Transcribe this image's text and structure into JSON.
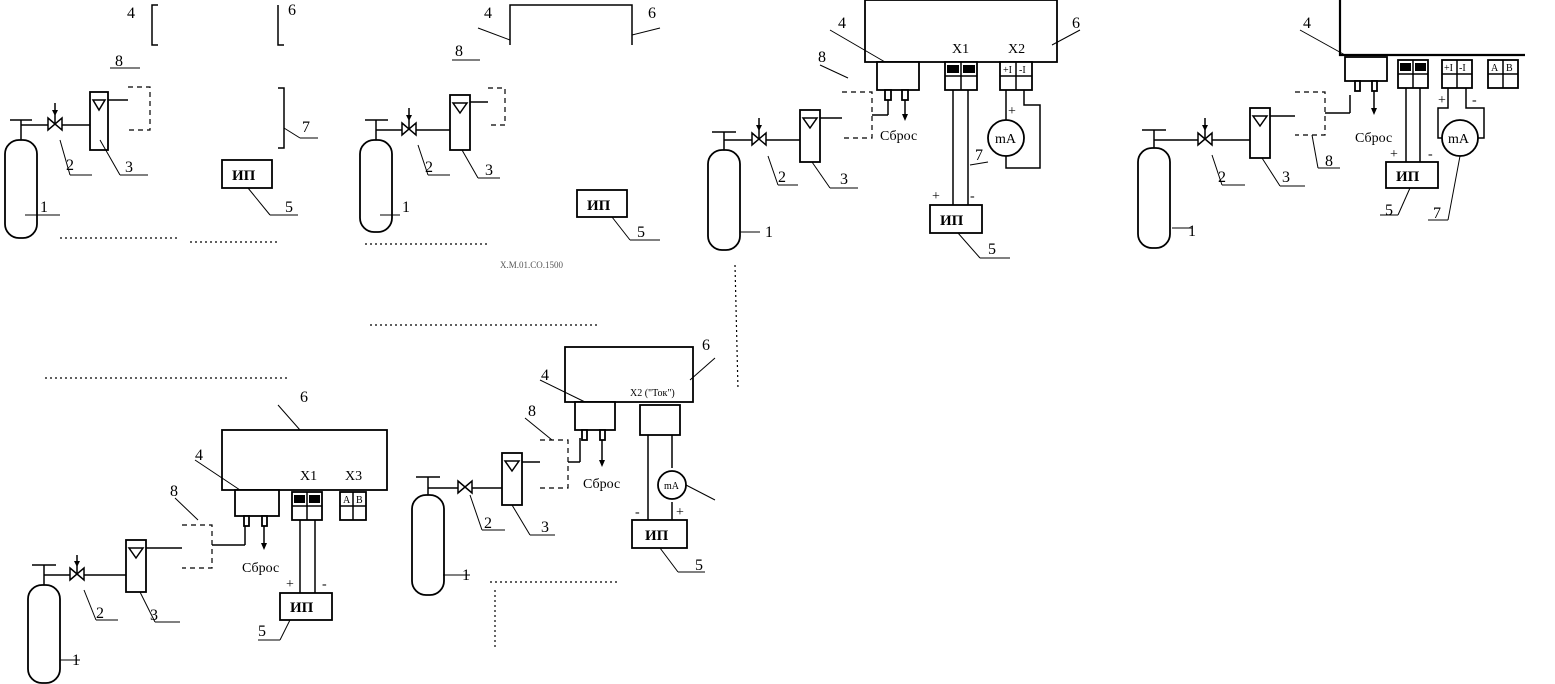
{
  "labels": {
    "n1": "1",
    "n2": "2",
    "n3": "3",
    "n4": "4",
    "n5": "5",
    "n6": "6",
    "n7": "7",
    "n8": "8",
    "ip": "ИП",
    "sbros": "Сброс",
    "x1": "X1",
    "x2": "X2",
    "x3": "X3",
    "ma": "mA",
    "plus": "+",
    "minus": "-",
    "t1": "1",
    "t2": "2",
    "a": "A",
    "b": "B",
    "x2_full": "X2 (\"Ток\")"
  },
  "scraps": {
    "s1": "Х.М.01.СО.1500"
  }
}
